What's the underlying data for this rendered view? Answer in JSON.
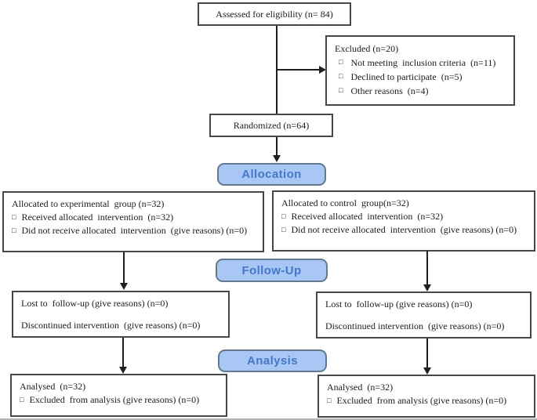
{
  "figure": {
    "bullet": "□",
    "assessed": "Assessed for eligibility (n= 84)",
    "excluded": {
      "title": "Excluded (n=20)",
      "items": [
        "Not meeting  inclusion criteria  (n=11)",
        "Declined to participate  (n=5)",
        "Other reasons  (n=4)"
      ]
    },
    "randomized": "Randomized (n=64)",
    "banners": {
      "allocation": "Allocation",
      "followup": "Follow-Up",
      "analysis": "Analysis"
    },
    "alloc_left": {
      "title": "Allocated to experimental  group (n=32)",
      "items": [
        "Received allocated  intervention  (n=32)",
        "Did not receive allocated  intervention  (give reasons) (n=0)"
      ]
    },
    "alloc_right": {
      "title": "Allocated to control  group(n=32)",
      "items": [
        "Received allocated  intervention  (n=32)",
        "Did not receive allocated  intervention  (give reasons) (n=0)"
      ]
    },
    "fu_left": {
      "lines": [
        "Lost to  follow-up (give reasons) (n=0)",
        "Discontinued intervention  (give reasons) (n=0)"
      ]
    },
    "fu_right": {
      "lines": [
        "Lost to  follow-up (give reasons) (n=0)",
        "Discontinued intervention  (give reasons) (n=0)"
      ]
    },
    "an_left": {
      "title": "Analysed  (n=32)",
      "items": [
        "Excluded  from analysis (give reasons) (n=0)"
      ]
    },
    "an_right": {
      "title": "Analysed  (n=32)",
      "items": [
        "Excluded  from analysis (give reasons) (n=0)"
      ]
    },
    "colors": {
      "banner_fill": "#A9C7F4",
      "banner_text": "#4577C9",
      "banner_border": "#64788F"
    }
  }
}
